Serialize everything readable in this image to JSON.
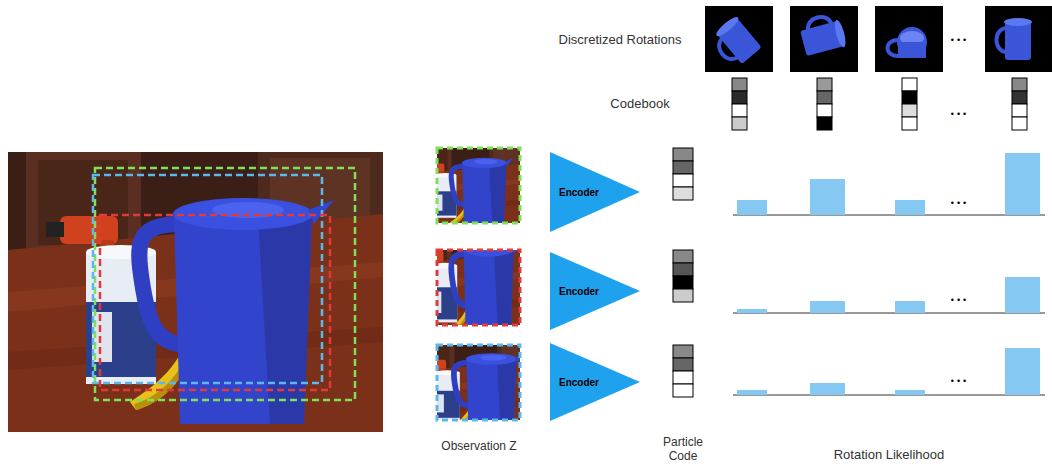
{
  "diagram": {
    "nodes": [
      {
        "text": [
          "Encoder"
        ]
      },
      {
        "text": [
          "Encoder"
        ]
      },
      {
        "text": [
          "Encoder"
        ]
      }
    ],
    "labels": [
      "Discretized Rotations",
      "Codebook",
      "•••",
      "•••",
      "•••",
      "•••",
      "•••",
      "Observation Z",
      "Particle Code",
      "Rotation Likelihood"
    ]
  }
}
